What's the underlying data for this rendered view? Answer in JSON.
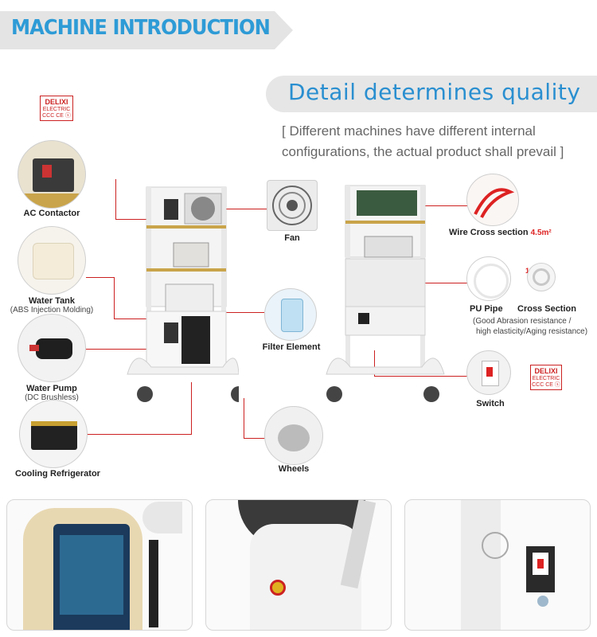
{
  "header": {
    "title": "MACHINE INTRODUCTION"
  },
  "banner": {
    "title": "Detail determines quality",
    "note": "[ Different machines have different internal configurations, the actual product shall prevail ]"
  },
  "delixi": {
    "brand": "DELIXI",
    "sub": "ELECTRIC",
    "marks": "CCC CE ⓢ"
  },
  "components": {
    "ac_contactor": "AC Contactor",
    "water_tank": "Water Tank",
    "water_tank_sub": "(ABS Injection Molding)",
    "water_pump": "Water Pump",
    "water_pump_sub": "(DC Brushless)",
    "cooling": "Cooling Refrigerator",
    "fan": "Fan",
    "filter": "Filter Element",
    "wheels": "Wheels",
    "wire": "Wire Cross section",
    "wire_value": "4.5m²",
    "pu_pipe": "PU Pipe",
    "cross_section": "Cross Section",
    "cross_value": "10mm",
    "pu_sub1": "(Good Abrasion resistance /",
    "pu_sub2": "high elasticity/Aging resistance)",
    "switch": "Switch"
  },
  "colors": {
    "accent": "#2e9bd6",
    "line": "#cc2020",
    "banner_bg": "#e6e6e6"
  }
}
